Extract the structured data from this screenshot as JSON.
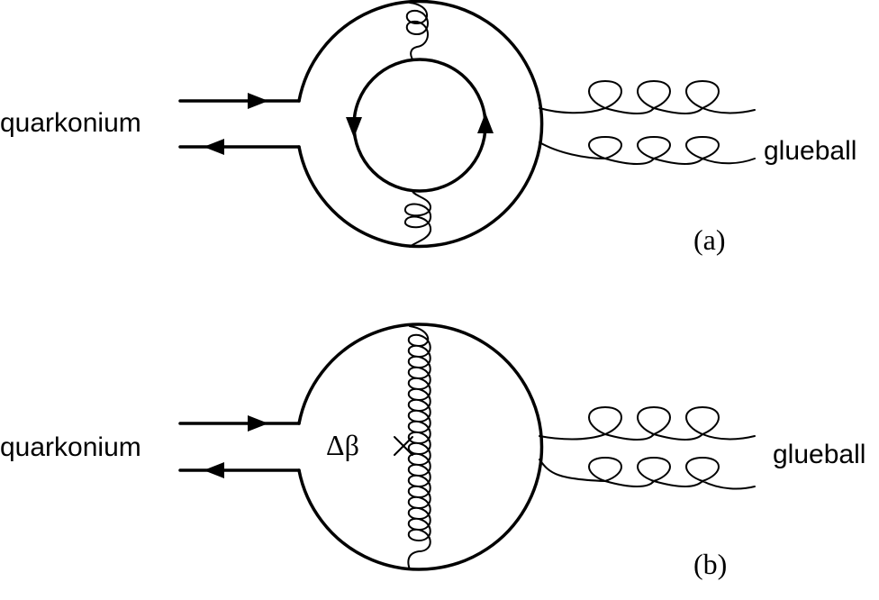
{
  "panel_a": {
    "left_label": "quarkonium",
    "right_label": "glueball",
    "panel_label": "(a)"
  },
  "panel_b": {
    "left_label": "quarkonium",
    "right_label": "glueball",
    "panel_label": "(b)",
    "insertion_label": "Δβ"
  }
}
